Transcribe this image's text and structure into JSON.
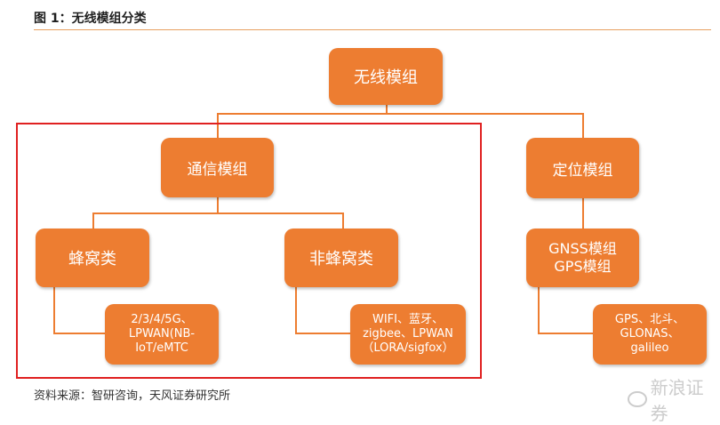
{
  "figure": {
    "title": "图 1：无线模组分类",
    "source": "资料来源：智研咨询，天风证券研究所",
    "watermark": "新浪证券"
  },
  "nodes": {
    "root": "无线模组",
    "comm": "通信模组",
    "positioning": "定位模组",
    "cellular": "蜂窝类",
    "noncellular": "非蜂窝类",
    "cellular_items": [
      "2/3/4/5G、",
      "LPWAN(NB-",
      "IoT/eMTC"
    ],
    "noncellular_items": [
      "WIFI、蓝牙、",
      "zigbee、LPWAN",
      "（LORA/sigfox）"
    ],
    "gnss": [
      "GNSS模组",
      "GPS模组"
    ],
    "gnss_items": [
      "GPS、北斗、",
      "GLONAS、",
      "galileo"
    ]
  },
  "colors": {
    "node_fill": "#ed7d31",
    "node_text": "#ffffff",
    "highlight_box": "#e02020"
  }
}
